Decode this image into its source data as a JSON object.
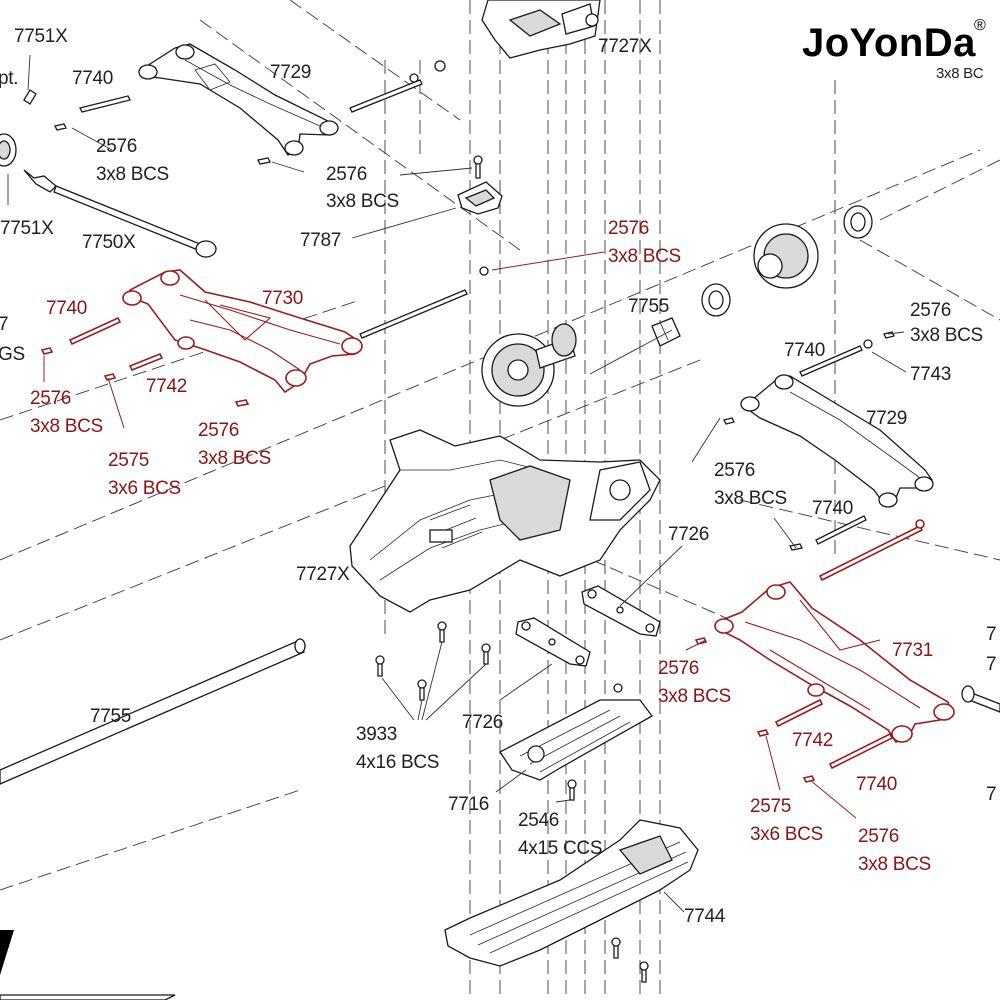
{
  "brand": {
    "name": "JoYonDa",
    "reg_mark": "®",
    "partial_text": "3x8 BC"
  },
  "labels": [
    {
      "id": "l01",
      "lines": [
        "7751X"
      ],
      "red": false
    },
    {
      "id": "l02",
      "lines": [
        "pt."
      ],
      "red": false
    },
    {
      "id": "l03",
      "lines": [
        "7740"
      ],
      "red": false
    },
    {
      "id": "l04",
      "lines": [
        "7729"
      ],
      "red": false
    },
    {
      "id": "l05",
      "lines": [
        "2576",
        "3x8 BCS"
      ],
      "red": false
    },
    {
      "id": "l06",
      "lines": [
        "2576",
        "3x8 BCS"
      ],
      "red": false
    },
    {
      "id": "l07",
      "lines": [
        "7751X"
      ],
      "red": false
    },
    {
      "id": "l08",
      "lines": [
        "7750X"
      ],
      "red": false
    },
    {
      "id": "l09",
      "lines": [
        "7787"
      ],
      "red": false
    },
    {
      "id": "l10",
      "lines": [
        "7727X"
      ],
      "red": false
    },
    {
      "id": "l11",
      "lines": [
        "2576",
        "3x8 BCS"
      ],
      "red": true
    },
    {
      "id": "l12",
      "lines": [
        "7740"
      ],
      "red": true
    },
    {
      "id": "l13",
      "lines": [
        "7730"
      ],
      "red": true
    },
    {
      "id": "l14",
      "lines": [
        "7"
      ],
      "red": false
    },
    {
      "id": "l15",
      "lines": [
        "GS"
      ],
      "red": false
    },
    {
      "id": "l16",
      "lines": [
        "2576",
        "3x8 BCS"
      ],
      "red": true
    },
    {
      "id": "l17",
      "lines": [
        "7742"
      ],
      "red": true
    },
    {
      "id": "l18",
      "lines": [
        "2575",
        "3x6 BCS"
      ],
      "red": true
    },
    {
      "id": "l19",
      "lines": [
        "2576",
        "3x8 BCS"
      ],
      "red": true
    },
    {
      "id": "l20",
      "lines": [
        "7755"
      ],
      "red": false
    },
    {
      "id": "l21",
      "lines": [
        "2576",
        "3x8 BCS"
      ],
      "red": false
    },
    {
      "id": "l22",
      "lines": [
        "7740"
      ],
      "red": false
    },
    {
      "id": "l23",
      "lines": [
        "7743"
      ],
      "red": false
    },
    {
      "id": "l24",
      "lines": [
        "7729"
      ],
      "red": false
    },
    {
      "id": "l25",
      "lines": [
        "2576",
        "3x8 BCS"
      ],
      "red": false
    },
    {
      "id": "l26",
      "lines": [
        "7740"
      ],
      "red": false
    },
    {
      "id": "l27",
      "lines": [
        "7726"
      ],
      "red": false
    },
    {
      "id": "l28",
      "lines": [
        "7727X"
      ],
      "red": false
    },
    {
      "id": "l29",
      "lines": [
        "7755"
      ],
      "red": false
    },
    {
      "id": "l30",
      "lines": [
        "3933",
        "4x16 BCS"
      ],
      "red": false
    },
    {
      "id": "l31",
      "lines": [
        "7726"
      ],
      "red": false
    },
    {
      "id": "l32",
      "lines": [
        "7716"
      ],
      "red": false
    },
    {
      "id": "l33",
      "lines": [
        "2546",
        "4x15 CCS"
      ],
      "red": false
    },
    {
      "id": "l34",
      "lines": [
        "2576",
        "3x8 BCS"
      ],
      "red": true
    },
    {
      "id": "l35",
      "lines": [
        "7731"
      ],
      "red": true
    },
    {
      "id": "l36",
      "lines": [
        "7742"
      ],
      "red": true
    },
    {
      "id": "l37",
      "lines": [
        "7740"
      ],
      "red": true
    },
    {
      "id": "l38",
      "lines": [
        "2575",
        "3x6 BCS"
      ],
      "red": true
    },
    {
      "id": "l39",
      "lines": [
        "2576",
        "3x8 BCS"
      ],
      "red": true
    },
    {
      "id": "l40",
      "lines": [
        "7744"
      ],
      "red": false
    },
    {
      "id": "l41",
      "lines": [
        "7"
      ],
      "red": false
    },
    {
      "id": "l42",
      "lines": [
        "7"
      ],
      "red": false
    },
    {
      "id": "l43",
      "lines": [
        "7"
      ],
      "red": false
    }
  ]
}
